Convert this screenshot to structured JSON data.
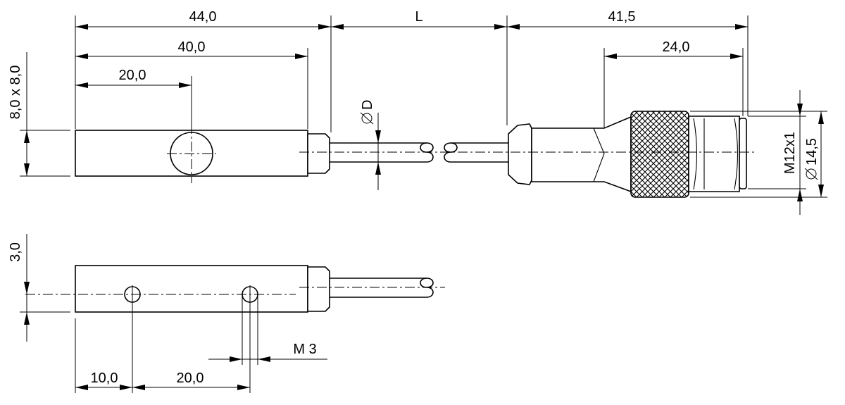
{
  "drawing": {
    "top_view": {
      "dim_overall_length": "44,0",
      "dim_body_length": "40,0",
      "dim_hole_position": "20,0",
      "dim_cable_length": "L",
      "dim_connector_length": "41,5",
      "dim_nut_length": "24,0",
      "dim_cross_section": "8,0 x 8,0",
      "dim_cable_diameter": "D",
      "dim_thread": "M12x1",
      "dim_nut_diameter": "14,5"
    },
    "side_view": {
      "dim_height": "3,0",
      "dim_first_hole": "10,0",
      "dim_hole_spacing": "20,0",
      "dim_screw_thread": "M 3"
    }
  }
}
